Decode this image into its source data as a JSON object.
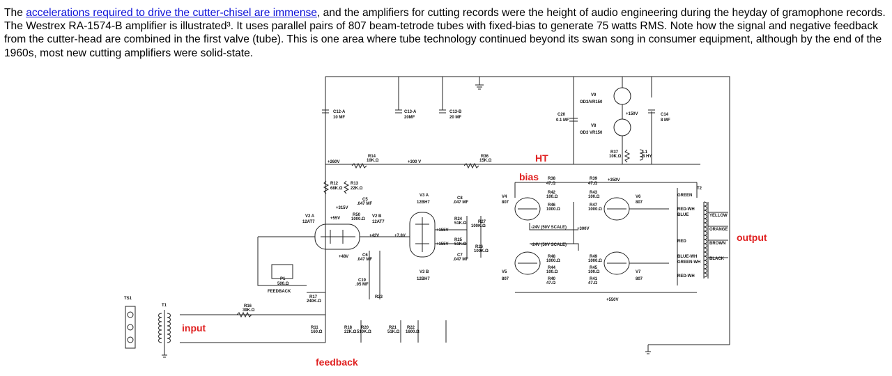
{
  "paragraph": {
    "before": "The ",
    "link": "accelerations required to drive the cutter-chisel are immense",
    "after": ", and the amplifiers for cutting records were the height of audio engineering during the heyday of gramophone records. The Westrex RA-1574-B amplifier is illustrated³. It uses parallel pairs of 807 beam-tetrode tubes with fixed-bias to generate 75 watts RMS. Note how the signal and negative feedback from the cutter-head are combined in the first valve (tube). This is one area where tube technology continued beyond its swan song in consumer equipment, although by the end of the 1960s, most new cutting amplifiers were solid-state."
  },
  "annotations": {
    "ht": "HT",
    "bias": "bias",
    "input": "input",
    "output": "output",
    "feedback": "feedback"
  },
  "schematic": {
    "caps_top": [
      "C12-A",
      "10 MF",
      "C13-A",
      "20MF",
      "C13-B",
      "20 MF",
      "C20",
      "0.1 MF",
      "C14",
      "8 MF"
    ],
    "regulators": [
      "V9",
      "OD3/VR150",
      "V8",
      "OD3 VR150",
      "+150V"
    ],
    "supply": [
      "+260V",
      "+300 V",
      "+350V",
      "+550V",
      "+315V",
      "+155V",
      "+155V",
      "+48V",
      "+7.8V",
      "+55V",
      "+42V",
      "+300V"
    ],
    "tubes": [
      "V2 A",
      "12AT7",
      "V2 B",
      "12AT7",
      "V3 A",
      "12BH7",
      "V3 B",
      "12BH7",
      "V4",
      "807",
      "V5",
      "807",
      "V6",
      "807",
      "V7",
      "807"
    ],
    "resistors": [
      "R12",
      "68K.Ω",
      "R13",
      "22K.Ω",
      "R14",
      "10K.Ω",
      "R36",
      "15K.Ω",
      "R37",
      "10K.Ω",
      "R38",
      "47.Ω",
      "R39",
      "47.Ω",
      "R42",
      "100.Ω",
      "R43",
      "100.Ω",
      "R46",
      "1000.Ω",
      "R47",
      "1000.Ω",
      "R48",
      "1000.Ω",
      "R49",
      "1000.Ω",
      "R44",
      "100.Ω",
      "R45",
      "100.Ω",
      "R40",
      "47.Ω",
      "R41",
      "47.Ω",
      "R50",
      "1000.Ω",
      "R24",
      "51K.Ω",
      "R25",
      "51K.Ω",
      "R26",
      "100K.Ω",
      "R27",
      "100K.Ω",
      "R16",
      "39K.Ω",
      "R17",
      "240K.Ω",
      "R11",
      "160.Ω",
      "R18",
      "22K.Ω",
      "R20",
      "510K.Ω",
      "R21",
      "51K.Ω",
      "R22",
      "1600.Ω",
      "R23",
      "P1",
      "500.Ω"
    ],
    "caps": [
      "C5",
      ".047 MF",
      "C6",
      ".047 MF",
      "C8",
      ".047 MF",
      "C7",
      ".047 MF",
      "C19",
      ".05 MF"
    ],
    "misc": [
      "TS1",
      "T1",
      "T2",
      "L1",
      "8 HY",
      "FEEDBACK",
      "-24V (50V SCALE)",
      "-24V (50V SCALE)",
      "GREEN",
      "RED-WH",
      "BLUE",
      "YELLOW",
      "ORANGE",
      "RED",
      "BROWN",
      "BLUE-WH",
      "GREEN-WH",
      "BLACK",
      "RED-WH"
    ]
  }
}
